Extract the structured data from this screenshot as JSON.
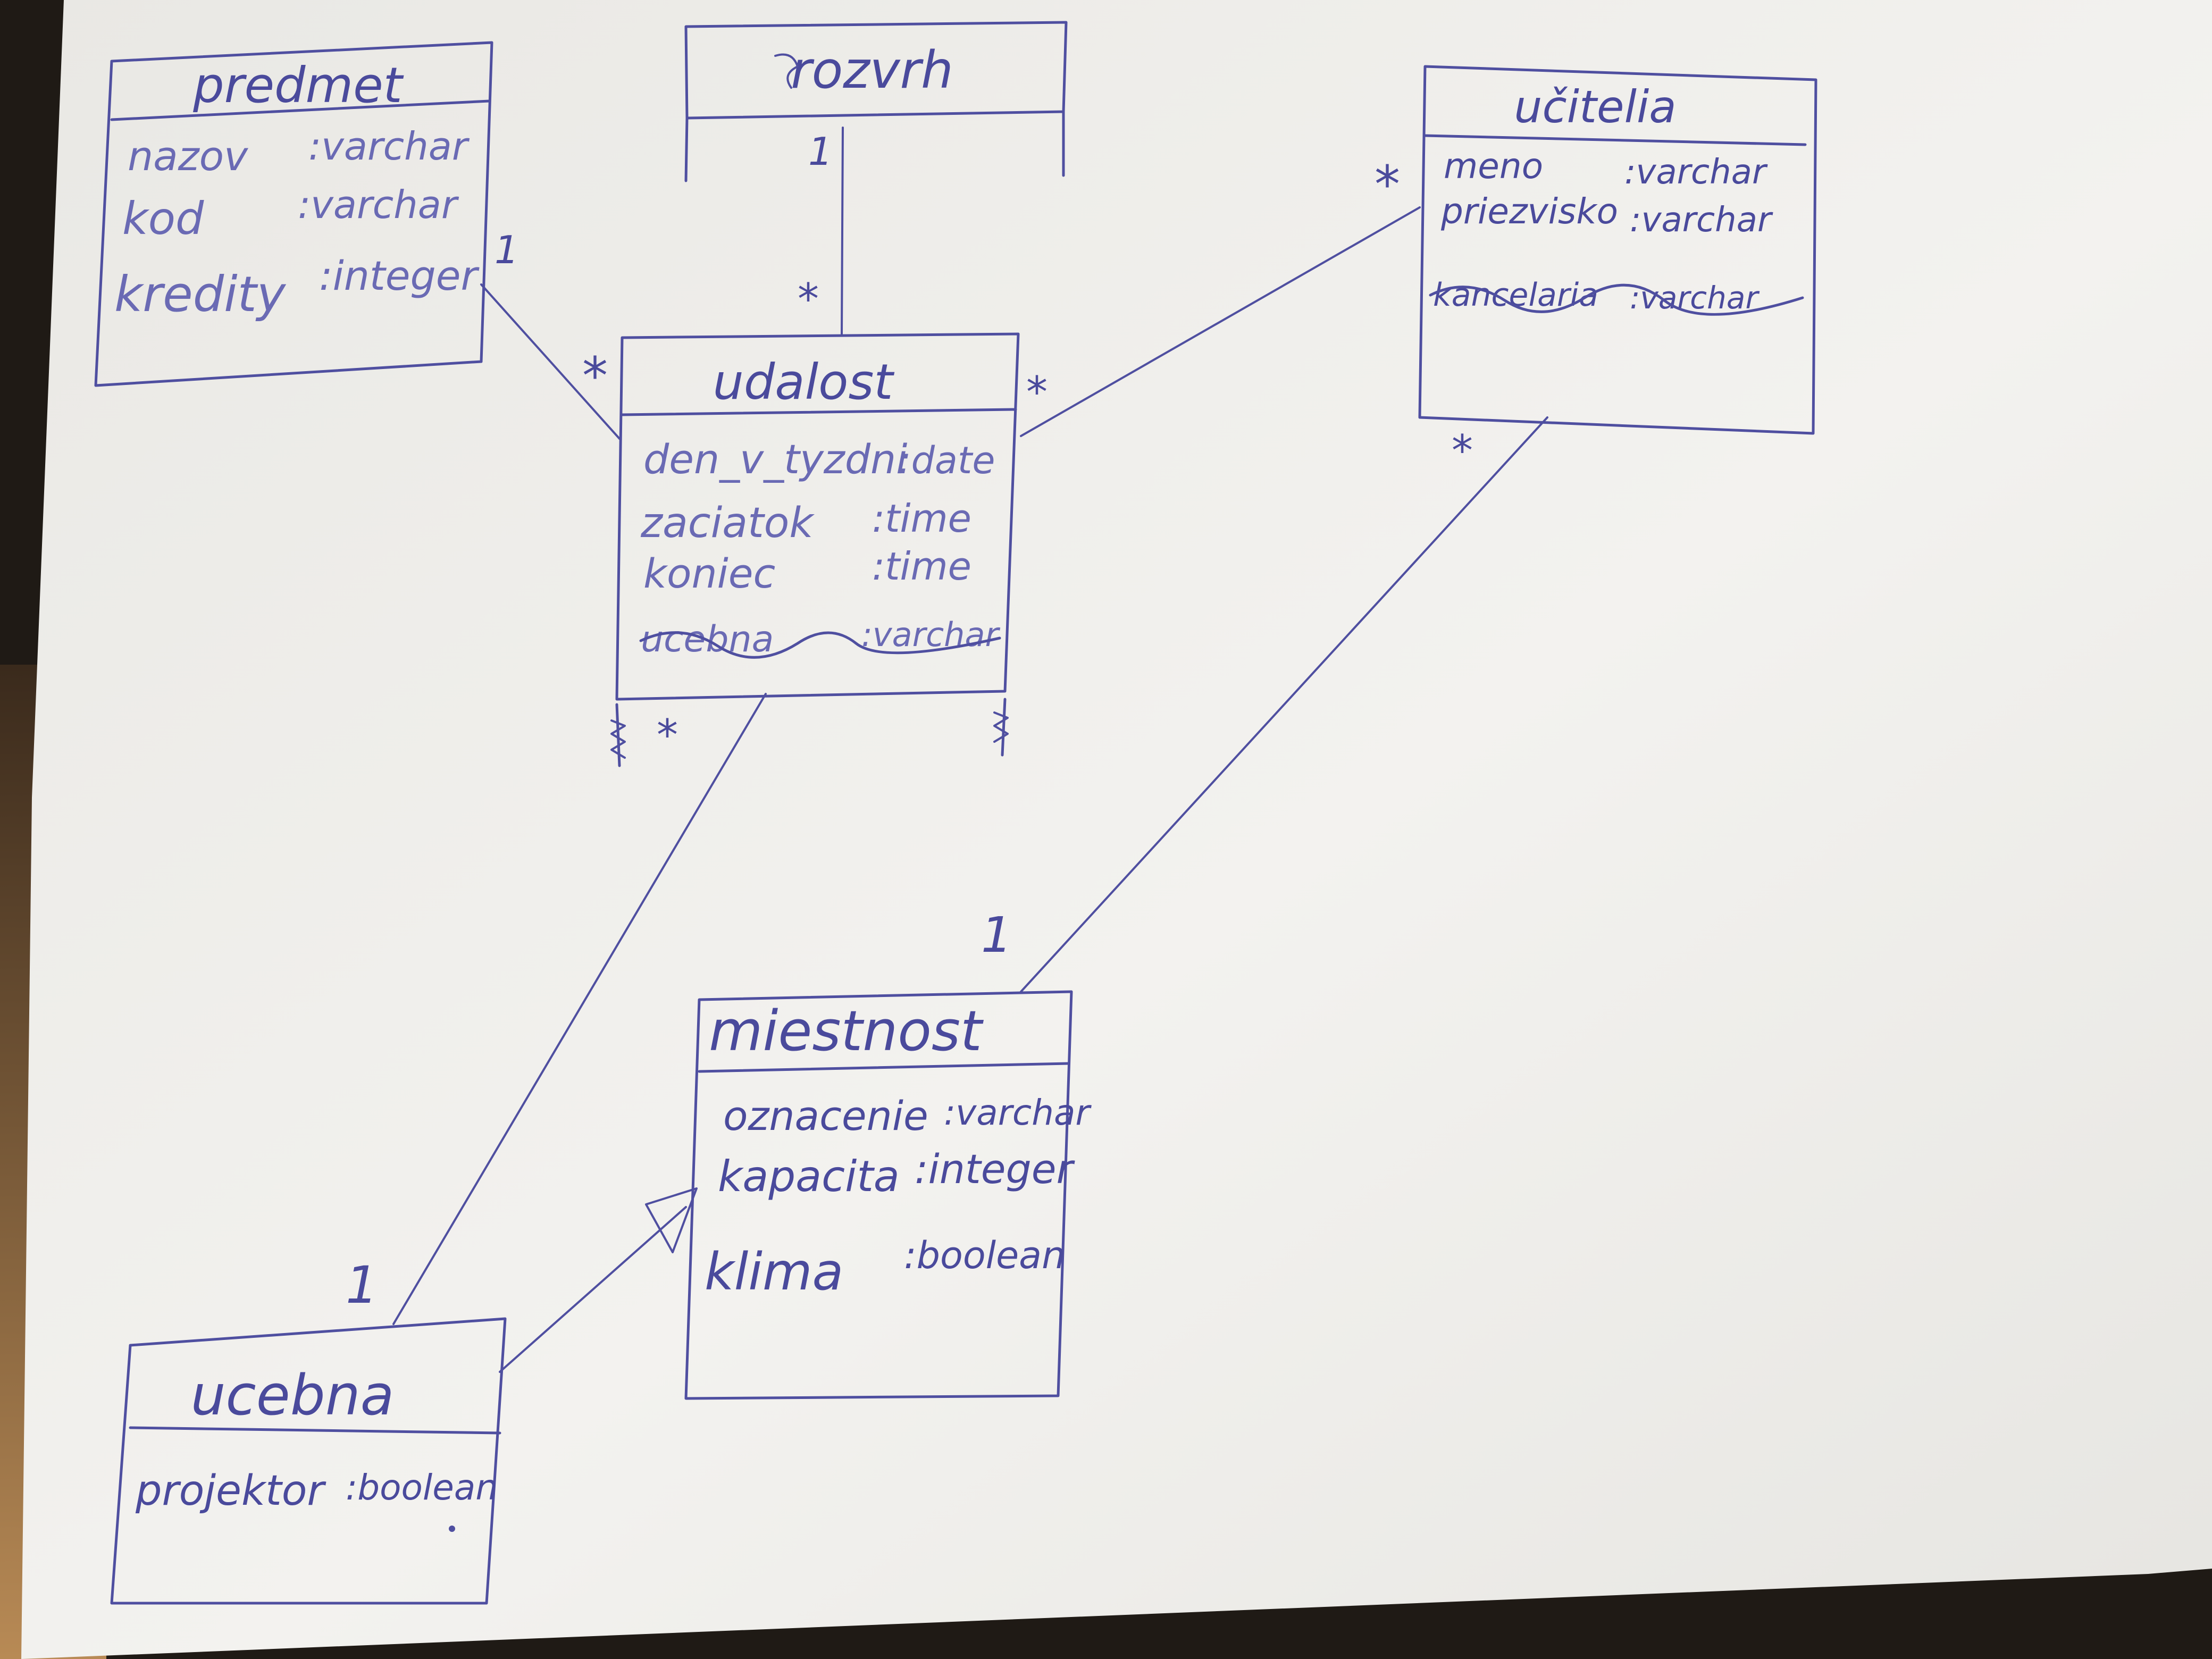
{
  "diagram": {
    "classes": {
      "predmet": {
        "name": "predmet",
        "attributes": [
          {
            "name": "nazov",
            "type": ":varchar"
          },
          {
            "name": "kod",
            "type": ":varchar"
          },
          {
            "name": "kredity",
            "type": ":integer"
          }
        ]
      },
      "rozvrh": {
        "name": "rozvrh",
        "attributes": []
      },
      "ucitelia": {
        "name": "učitelia",
        "attributes": [
          {
            "name": "meno",
            "type": ":varchar"
          },
          {
            "name": "priezvisko",
            "type": ":varchar"
          },
          {
            "name": "kancelaria",
            "type": ":varchar",
            "struck": true
          }
        ]
      },
      "udalost": {
        "name": "udalost",
        "attributes": [
          {
            "name": "den_v_tyzdni",
            "type": ":date"
          },
          {
            "name": "zaciatok",
            "type": ":time"
          },
          {
            "name": "koniec",
            "type": ":time"
          },
          {
            "name": "ucebna",
            "type": ":varchar",
            "struck": true
          }
        ]
      },
      "miestnost": {
        "name": "miestnost",
        "attributes": [
          {
            "name": "oznacenie",
            "type": ":varchar"
          },
          {
            "name": "kapacita",
            "type": ":integer"
          },
          {
            "name": "klima",
            "type": ":boolean"
          }
        ]
      },
      "ucebna": {
        "name": "ucebna",
        "attributes": [
          {
            "name": "projektor",
            "type": ":boolean"
          }
        ]
      }
    },
    "multiplicities": {
      "predmet_udalost_source": "1",
      "predmet_udalost_target": "*",
      "rozvrh_udalost_source": "1",
      "rozvrh_udalost_target": "*",
      "ucitelia_udalost_source": "*",
      "ucitelia_udalost_target": "*",
      "ucitelia_miestnost_source": "*",
      "ucitelia_miestnost_target": "1",
      "udalost_ucebna_source": "*",
      "udalost_ucebna_target": "1"
    },
    "colors": {
      "ink": "#4f4fa0",
      "paper": "#f1f0ed",
      "background": "#2a221b"
    }
  }
}
